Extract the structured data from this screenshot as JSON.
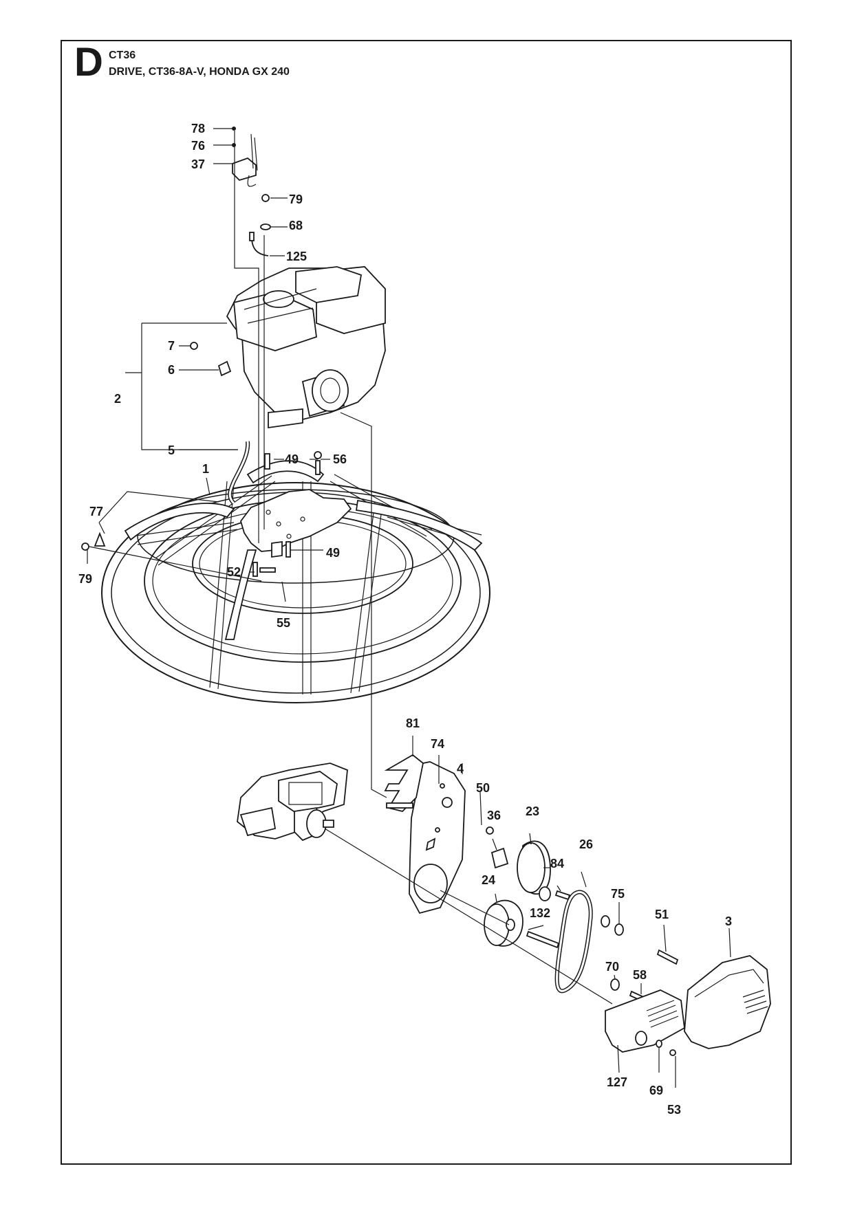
{
  "header": {
    "section_letter": "D",
    "model_code": "CT36",
    "section_title": "DRIVE, CT36-8A-V, HONDA GX 240"
  },
  "callouts": [
    {
      "id": "78",
      "label": "78"
    },
    {
      "id": "76",
      "label": "76"
    },
    {
      "id": "37",
      "label": "37"
    },
    {
      "id": "79a",
      "label": "79"
    },
    {
      "id": "68",
      "label": "68"
    },
    {
      "id": "125",
      "label": "125"
    },
    {
      "id": "7",
      "label": "7"
    },
    {
      "id": "6",
      "label": "6"
    },
    {
      "id": "2",
      "label": "2"
    },
    {
      "id": "5",
      "label": "5"
    },
    {
      "id": "49a",
      "label": "49"
    },
    {
      "id": "56",
      "label": "56"
    },
    {
      "id": "1",
      "label": "1"
    },
    {
      "id": "77",
      "label": "77"
    },
    {
      "id": "79b",
      "label": "79"
    },
    {
      "id": "52",
      "label": "52"
    },
    {
      "id": "49b",
      "label": "49"
    },
    {
      "id": "55",
      "label": "55"
    },
    {
      "id": "81",
      "label": "81"
    },
    {
      "id": "74",
      "label": "74"
    },
    {
      "id": "4",
      "label": "4"
    },
    {
      "id": "50",
      "label": "50"
    },
    {
      "id": "36",
      "label": "36"
    },
    {
      "id": "23",
      "label": "23"
    },
    {
      "id": "26",
      "label": "26"
    },
    {
      "id": "84",
      "label": "84"
    },
    {
      "id": "24",
      "label": "24"
    },
    {
      "id": "75",
      "label": "75"
    },
    {
      "id": "132",
      "label": "132"
    },
    {
      "id": "51",
      "label": "51"
    },
    {
      "id": "3",
      "label": "3"
    },
    {
      "id": "70",
      "label": "70"
    },
    {
      "id": "58",
      "label": "58"
    },
    {
      "id": "127",
      "label": "127"
    },
    {
      "id": "69",
      "label": "69"
    },
    {
      "id": "53",
      "label": "53"
    }
  ]
}
